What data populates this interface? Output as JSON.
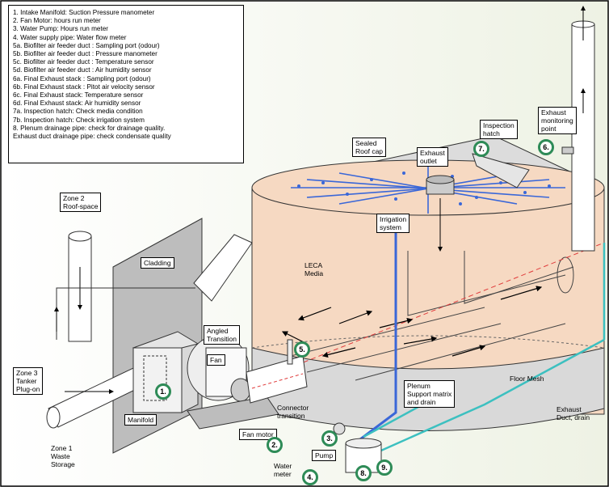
{
  "legend": [
    "1. Intake Manifold: Suction Pressure manometer",
    "2. Fan Motor: hours run meter",
    "3. Water Pump: Hours run meter",
    "4.  Water supply pipe: Water flow meter",
    "5a. Biofilter air feeder duct : Sampling port (odour)",
    "5b. Biofilter air feeder duct : Pressure manometer",
    "5c. Biofilter air feeder duct : Temperature  sensor",
    "5d. Biofilter air feeder duct : Air humidity sensor",
    "6a. Final Exhaust stack : Sampling port (odour)",
    "6b. Final Exhaust stack : Pitot air velocity sensor",
    "6c. Final Exhaust stack: Temperature sensor",
    "6d. Final Exhaust stack: Air humidity sensor",
    "7a. Inspection hatch: Check media condition",
    "7b. Inspection hatch: Check irrigation system",
    "8. Plenum drainage pipe: check for drainage quality.",
    "Exhaust duct drainage pipe: check condensate quality"
  ],
  "labels": {
    "zone2": "Zone 2\nRoof-space",
    "cladding": "Cladding",
    "angled_transition": "Angled\nTransition",
    "fan": "Fan",
    "zone3": "Zone 3\nTanker\nPlug-on",
    "manifold": "Manifold",
    "zone1": "Zone 1\nWaste\nStorage",
    "connector": "Connector\ntransition",
    "fan_motor": "Fan motor",
    "pump": "Pump",
    "water_meter": "Water\nmeter",
    "sealed_roof": "Sealed\nRoof cap",
    "exhaust_outlet": "Exhaust\noutlet",
    "inspection_hatch": "Inspection\nhatch",
    "exhaust_monitoring": "Exhaust\nmonitoring\npoint",
    "irrigation": "Irrigation\nsystem",
    "leca": "LECA\nMedia",
    "floor_mesh": "Floor Mesh",
    "plenum": "Plenum\nSupport matrix\nand drain",
    "exhaust_duct_drain": "Exhaust\nDuct, drain"
  },
  "markers": {
    "m1": "1.",
    "m2": "2.",
    "m3": "3.",
    "m4": "4.",
    "m5": "5.",
    "m6": "6.",
    "m7": "7.",
    "m8": "8.",
    "m9": "9."
  },
  "colors": {
    "media": "#f6d9c2",
    "plenum": "#d9d9d9",
    "roof": "#dcdcdc",
    "irrigation": "#3a67d8",
    "drain": "#3cc0c0",
    "marker_ring": "#2e8b57",
    "dashed_axis": "#e03c3c"
  }
}
